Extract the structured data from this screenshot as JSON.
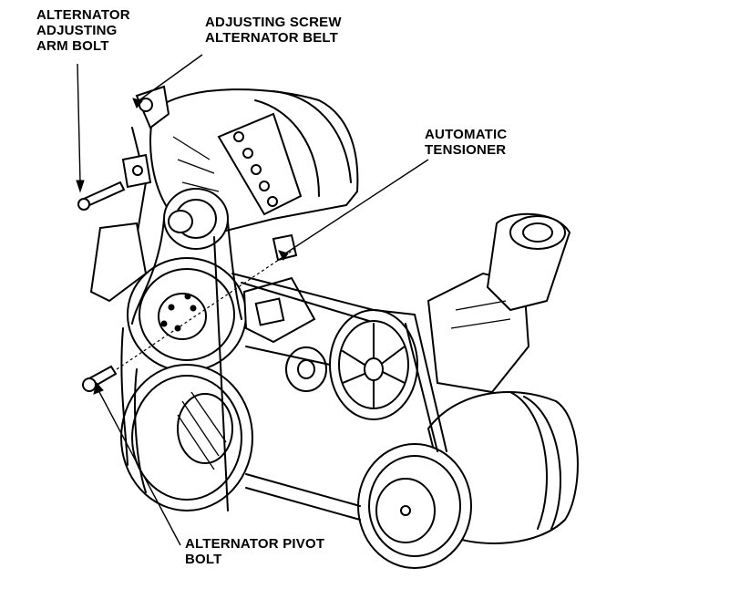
{
  "labels": {
    "alternator_adjusting_arm_bolt": [
      "ALTERNATOR",
      "ADJUSTING",
      "ARM BOLT"
    ],
    "adjusting_screw_alternator_belt": [
      "ADJUSTING SCREW",
      "ALTERNATOR BELT"
    ],
    "automatic_tensioner": [
      "AUTOMATIC",
      "TENSIONER"
    ],
    "alternator_pivot_bolt": [
      "ALTERNATOR PIVOT",
      "BOLT"
    ]
  },
  "colors": {
    "ink": "#000000",
    "paper": "#ffffff"
  }
}
